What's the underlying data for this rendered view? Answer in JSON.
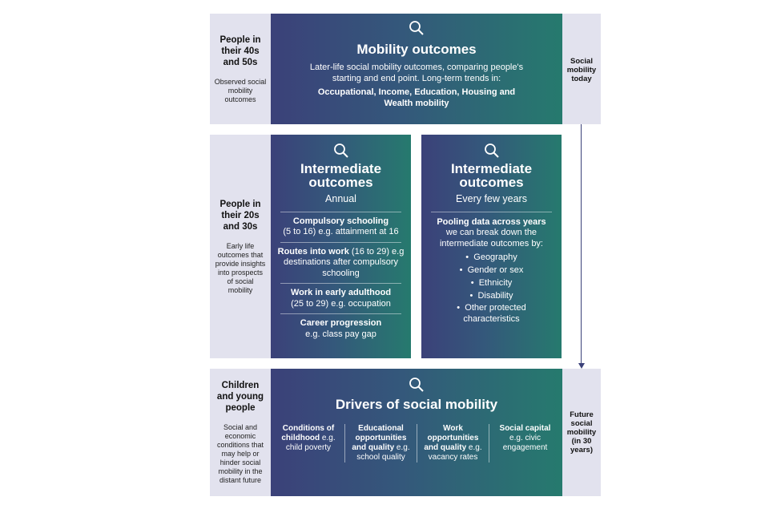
{
  "row1": {
    "left_heading": "People in their 40s and 50s",
    "left_sub": "Observed social mobility outcomes",
    "title": "Mobility outcomes",
    "desc": "Later-life social mobility outcomes, comparing people's starting and end point. Long-term trends in:",
    "desc_bold": "Occupational, Income, Education, Housing and Wealth mobility",
    "right": "Social mobility today"
  },
  "row2": {
    "left_heading": "People in their 20s and 30s",
    "left_sub": "Early life outcomes that provide insights into prospects of social mobility",
    "annual": {
      "title": "Intermediate outcomes",
      "freq": "Annual",
      "items": [
        {
          "bold": "Compulsory schooling",
          "rest": "(5 to 16) e.g. attainment at 16"
        },
        {
          "bold": "Routes into work",
          "rest": " (16 to 29) e.g destinations after compulsory schooling"
        },
        {
          "bold": "Work in early adulthood",
          "rest": "(25 to 29) e.g. occupation"
        },
        {
          "bold": "Career progression",
          "rest": "e.g. class pay gap"
        }
      ]
    },
    "few": {
      "title": "Intermediate outcomes",
      "freq": "Every few years",
      "lead_bold": "Pooling data across years",
      "lead": "we can break down the intermediate outcomes by:",
      "bullets": [
        "Geography",
        "Gender or sex",
        "Ethnicity",
        "Disability",
        "Other protected characteristics"
      ]
    }
  },
  "row3": {
    "left_heading": "Children and young people",
    "left_sub": "Social and economic conditions that may help or hinder social mobility in the distant future",
    "title": "Drivers of social mobility",
    "cols": [
      {
        "bold": "Conditions of childhood",
        "rest": " e.g. child poverty"
      },
      {
        "bold": "Educational opportunities and quality",
        "rest": " e.g. school quality"
      },
      {
        "bold": "Work opportunities and quality",
        "rest": " e.g. vacancy rates"
      },
      {
        "bold": "Social capital",
        "rest": " e.g. civic engagement"
      }
    ],
    "right": "Future social mobility (in 30 years)"
  }
}
